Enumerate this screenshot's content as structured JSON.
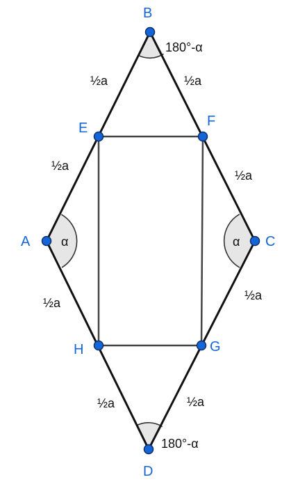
{
  "points": {
    "A": "A",
    "B": "B",
    "C": "C",
    "D": "D",
    "E": "E",
    "F": "F",
    "G": "G",
    "H": "H"
  },
  "segments": {
    "BE": "½a",
    "BF": "½a",
    "EA": "½a",
    "FC": "½a",
    "AH": "½a",
    "CG": "½a",
    "HD": "½a",
    "GD": "½a"
  },
  "angles": {
    "A": "α",
    "C": "α",
    "B": "180°-α",
    "D": "180°-α"
  },
  "colors": {
    "point": "#1565d8",
    "line": "#111111",
    "arc_fill": "#e6e6e6"
  }
}
